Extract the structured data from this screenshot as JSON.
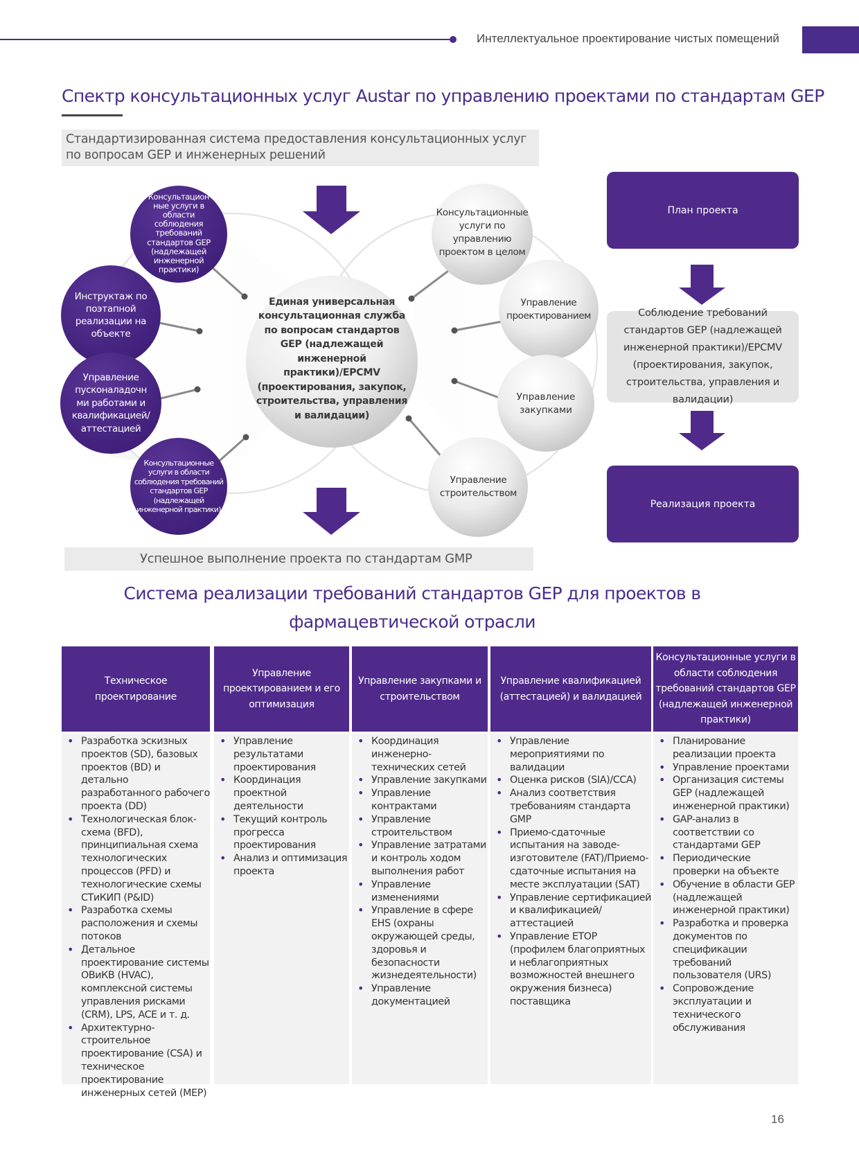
{
  "header": {
    "running_title": "Интеллектуальное проектирование чистых помещений"
  },
  "section1": {
    "title": "Спектр консультационных услуг Austar по управлению проектами по стандартам GEP",
    "intro": "Стандартизированная система предоставления консультационных услуг по вопросам GEP и инженерных решений",
    "outcome": "Успешное выполнение проекта по стандартам GMP"
  },
  "diagram": {
    "center": "Единая универсальная консультационная служба по вопросам стандартов GEP (надлежащей инженерной практики)/EPCMV (проектирования, закупок, строительства, управления и валидации)",
    "left": [
      "Консультацион ные услуги в области соблюдения требований стандартов GEP (надлежащей инженерной практики)",
      "Инструктаж по поэтапной реализации на объекте",
      "Управление пусконаладочн ми работами и квалификацией/ аттестацией",
      "Консультационные услуги в области соблюдения требований стандартов GEP (надлежащей инженерной практики)"
    ],
    "right": [
      "Консультационные услуги по управлению проектом в целом",
      "Управление проектированием",
      "Управление закупками",
      "Управление строительством"
    ]
  },
  "flow": {
    "plan": "План проекта",
    "compliance": "Соблюдение требований стандартов GEP (надлежащей инженерной практики)/EPCMV (проектирования, закупок, строительства, управления и валидации)",
    "realization": "Реализация проекта"
  },
  "section2": {
    "title_line1": "Система реализации требований стандартов GEP для проектов в",
    "title_line2": "фармацевтической отрасли"
  },
  "table": {
    "columns": [
      {
        "header": "Техническое проектирование",
        "items": [
          "Разработка эскизных проектов (SD), базовых проектов (BD) и детально разработанного рабочего проекта (DD)",
          "Технологическая блок-схема (BFD), принципиальная схема технологических процессов (PFD) и технологические схемы СТиКИП (P&ID)",
          "Разработка схемы расположения и схемы потоков",
          "Детальное проектирование системы ОВиКВ (HVAC), комплексной системы управления рисками (CRM), LPS, ACE и т. д.",
          "Архитектурно-строительное проектирование (CSA) и техническое проектирование инженерных сетей (MEP)"
        ]
      },
      {
        "header": "Управление проектированием и его оптимизация",
        "items": [
          "Управление результатами проектирования",
          "Координация проектной деятельности",
          "Текущий контроль прогресса проектирования",
          "Анализ и оптимизация проекта"
        ]
      },
      {
        "header": "Управление закупками и строительством",
        "items": [
          "Координация инженерно-технических сетей",
          "Управление закупками",
          "Управление контрактами",
          "Управление строительством",
          "Управление затратами и контроль ходом выполнения работ",
          "Управление изменениями",
          "Управление в сфере EHS (охраны окружающей среды, здоровья и безопасности жизнедеятельности)",
          "Управление документацией"
        ]
      },
      {
        "header": "Управление квалификацией (аттестацией) и валидацией",
        "items": [
          "Управление мероприятиями по валидации",
          "Оценка рисков (SIA)/CCA)",
          "Анализ соответствия требованиям стандарта GMP",
          "Приемо-сдаточные испытания на заводе-изготовителе (FAT)/Приемо-сдаточные испытания на месте эксплуатации (SAT)",
          "Управление сертификацией и квалификацией/аттестацией",
          "Управление ETOP (профилем благоприятных и неблагоприятных возможностей внешнего окружения бизнеса) поставщика"
        ]
      },
      {
        "header": "Консультационные услуги в области соблюдения требований стандартов GEP (надлежащей инженерной практики)",
        "items": [
          "Планирование реализации проекта",
          "Управление проектами",
          "Организация системы GEP (надлежащей инженерной практики)",
          "GAP-анализ в соответствии со стандартами GEP",
          "Периодические проверки на объекте",
          "Обучение в области GEP (надлежащей инженерной практики)",
          "Разработка и проверка документов по спецификации требований пользователя (URS)",
          "Сопровождение эксплуатации и технического обслуживания"
        ]
      }
    ]
  },
  "page_number": "16",
  "colors": {
    "accent": "#4f2a8a",
    "gray_bar": "#ebebeb"
  }
}
